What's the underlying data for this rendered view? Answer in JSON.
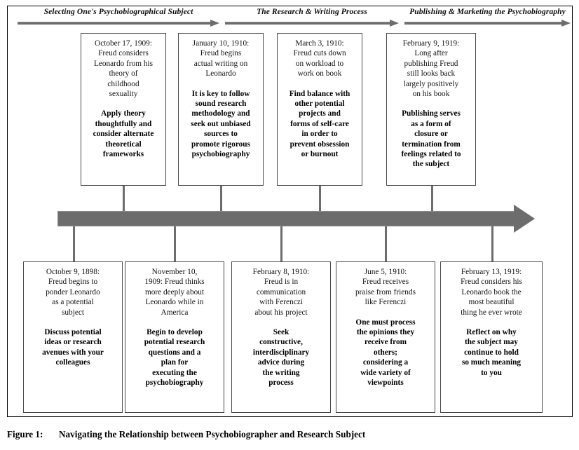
{
  "figure": {
    "caption_number": "Figure 1:",
    "caption_title": "Navigating the Relationship between Psychobiographer and Research Subject"
  },
  "phases": [
    {
      "label": "Selecting One's Psychobiographical Subject"
    },
    {
      "label": "The Research & Writing Process"
    },
    {
      "label": "Publishing & Marketing the Psychobiography"
    }
  ],
  "timeline": {
    "direction": "left-to-right",
    "bar_color": "#6d6d6d"
  },
  "events_above": [
    {
      "date": "October 17, 1909:\nFreud considers\nLeonardo from his\ntheory of\nchildhood\nsexuality",
      "advice": "Apply theory\nthoughtfully and\nconsider alternate\ntheoretical\nframeworks"
    },
    {
      "date": "January 10, 1910:\nFreud begins\nactual writing on\nLeonardo",
      "advice": "It is key to follow\nsound research\nmethodology and\nseek out unbiased\nsources to\npromote rigorous\npsychobiography"
    },
    {
      "date": "March 3, 1910:\nFreud cuts down\non workload to\nwork on book",
      "advice": "Find balance with\nother potential\nprojects and\nforms of self-care\nin order to\nprevent obsession\nor burnout"
    },
    {
      "date": "February 9, 1919:\nLong after\npublishing Freud\nstill looks back\nlargely positively\non his book",
      "advice": "Publishing serves\nas a form of\nclosure or\ntermination from\nfeelings related to\nthe subject"
    }
  ],
  "events_below": [
    {
      "date": "October 9, 1898:\nFreud begins to\nponder Leonardo\nas a potential\nsubject",
      "advice": "Discuss potential\nideas or research\navenues with your\ncolleagues"
    },
    {
      "date": "November 10,\n1909: Freud thinks\nmore deeply about\nLeonardo while in\nAmerica",
      "advice": "Begin to develop\npotential research\nquestions and a\nplan for\nexecuting the\npsychobiography"
    },
    {
      "date": "February 8, 1910:\nFreud is in\ncommunication\nwith Ferenczi\nabout his project",
      "advice": "Seek\nconstructive,\ninterdisciplinary\nadvice during\nthe writing\nprocess"
    },
    {
      "date": "June 5, 1910:\nFreud receives\npraise from friends\nlike Ferenczi",
      "advice": "One must process\nthe opinions they\nreceive from\nothers;\nconsidering a\nwide variety of\nviewpoints"
    },
    {
      "date": "February 13, 1919:\nFreud considers his\nLeonardo book the\nmost beautiful\nthing he ever wrote",
      "advice": "Reflect on why\nthe subject may\ncontinue to hold\nso much meaning\nto you"
    }
  ]
}
